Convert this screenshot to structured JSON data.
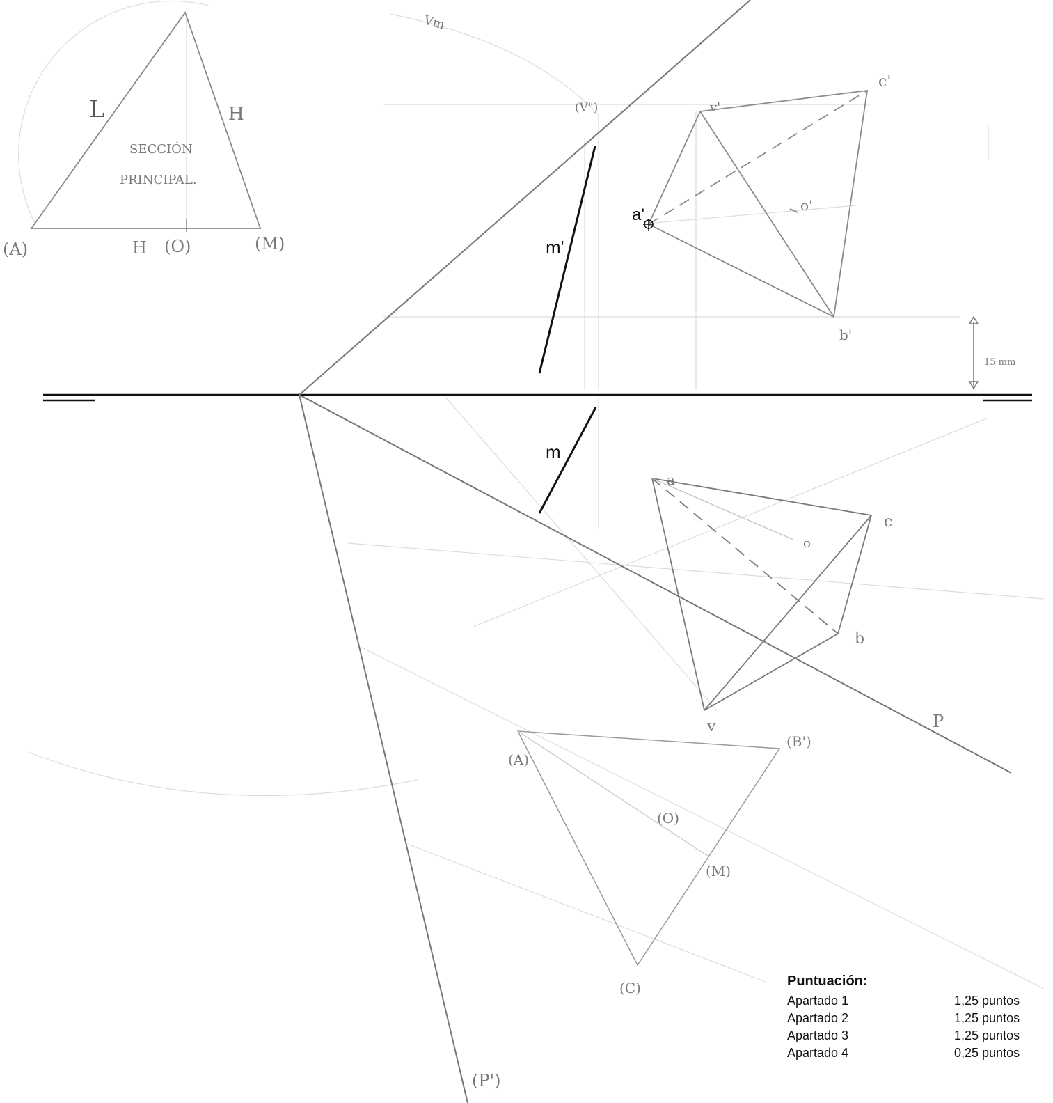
{
  "labels": {
    "section_L": "L",
    "section_H_side": "H",
    "section_title_1": "SECCIÓN",
    "section_title_2": "PRINCIPAL.",
    "section_A": "(A)",
    "section_H_base": "H",
    "section_O": "(O)",
    "section_M": "(M)",
    "vm": "Vm",
    "v_double": "(V\")",
    "v_prime": "v'",
    "c_prime": "c'",
    "o_prime": "o'",
    "a_prime": "a'",
    "b_prime": "b'",
    "m_prime": "m'",
    "m": "m",
    "dim_15": "15 mm",
    "a": "a",
    "c": "c",
    "o": "o",
    "b": "b",
    "v": "v",
    "P": "P",
    "rA": "(A)",
    "rB": "(B')",
    "rO": "(O)",
    "rM": "(M)",
    "rC": "(C)",
    "P_prime": "(P')"
  },
  "score": {
    "title": "Puntuación:",
    "rows": [
      {
        "label": "Apartado 1",
        "value": "1,25 puntos"
      },
      {
        "label": "Apartado 2",
        "value": "1,25 puntos"
      },
      {
        "label": "Apartado 3",
        "value": "1,25 puntos"
      },
      {
        "label": "Apartado 4",
        "value": "0,25 puntos"
      }
    ]
  },
  "colors": {
    "construction": "#d4d4d4",
    "pencil": "#8a8a8a",
    "ink": "#111111"
  }
}
